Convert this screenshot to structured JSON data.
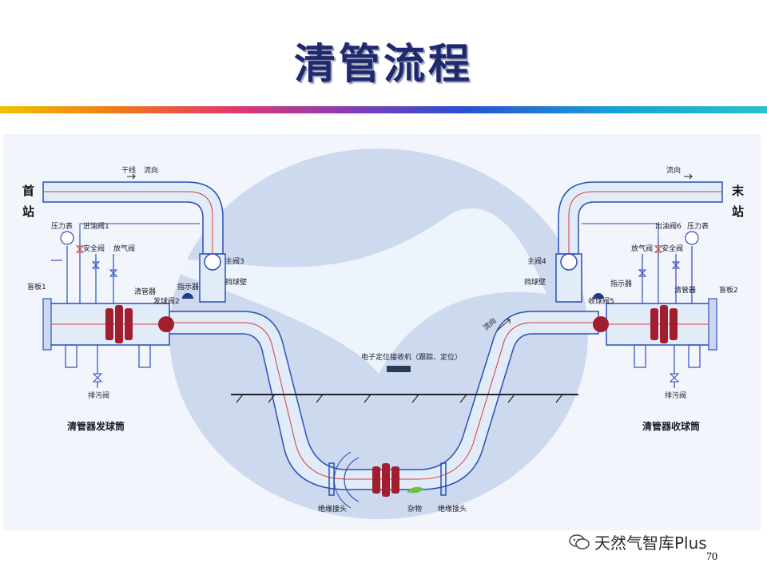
{
  "slide": {
    "title": "清管流程",
    "page_number": "70"
  },
  "diagram": {
    "start_station": [
      "首",
      "站"
    ],
    "end_station": [
      "末",
      "站"
    ],
    "trunk_line": "干线",
    "flow_left": "流向",
    "flow_right": "流向",
    "flow_mid": "流向",
    "left": {
      "pressure_gauge": "压力表",
      "inlet_valve": "进油阀1",
      "safety_valve": "安全阀",
      "vent_valve": "放气阀",
      "blind_plate": "盲板1",
      "pig": "清管器",
      "launch_valve": "发球阀2",
      "indicator": "指示器",
      "main_valve": "主阀3",
      "baffle": "挡球壁",
      "drain_valve": "排污阀",
      "caption": "清管器发球筒"
    },
    "right": {
      "main_valve": "主阀4",
      "baffle": "挡球壁",
      "indicator": "指示器",
      "receive_valve": "收球阀5",
      "vent_valve": "放气阀",
      "outlet_valve": "出油阀6",
      "safety_valve": "安全阀",
      "pressure_gauge": "压力表",
      "pig": "清管器",
      "blind_plate": "盲板2",
      "drain_valve": "排污阀",
      "caption": "清管器收球筒"
    },
    "receiver_label": "电子定位接收机（跟踪、定位）",
    "insulating_joint_left": "绝缘接头",
    "insulating_joint_right": "绝缘接头",
    "debris": "杂物"
  },
  "watermark": {
    "text": "天然气智库Plus",
    "icon": "wechat-icon"
  },
  "colors": {
    "title": "#1f2a6e",
    "pipe_fill": "#e2ecf8",
    "pipe_stroke": "#2a4fb8",
    "flow_line": "#d23b3b",
    "pig": "#a01e2e",
    "background_shape": "#cdd9ee"
  }
}
